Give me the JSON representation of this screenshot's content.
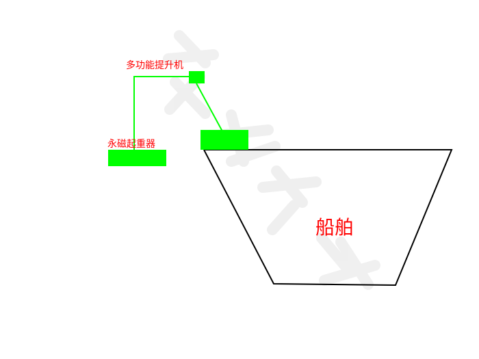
{
  "labels": {
    "hoist": "多功能提升机",
    "lifter": "永磁起重器",
    "ship": "船舶"
  },
  "colors": {
    "background": "#ffffff",
    "label_text": "#ff0000",
    "equipment": "#00ff00",
    "connector_line": "#00ff00",
    "ship_outline": "#000000",
    "watermark": "#eeeeee"
  }
}
